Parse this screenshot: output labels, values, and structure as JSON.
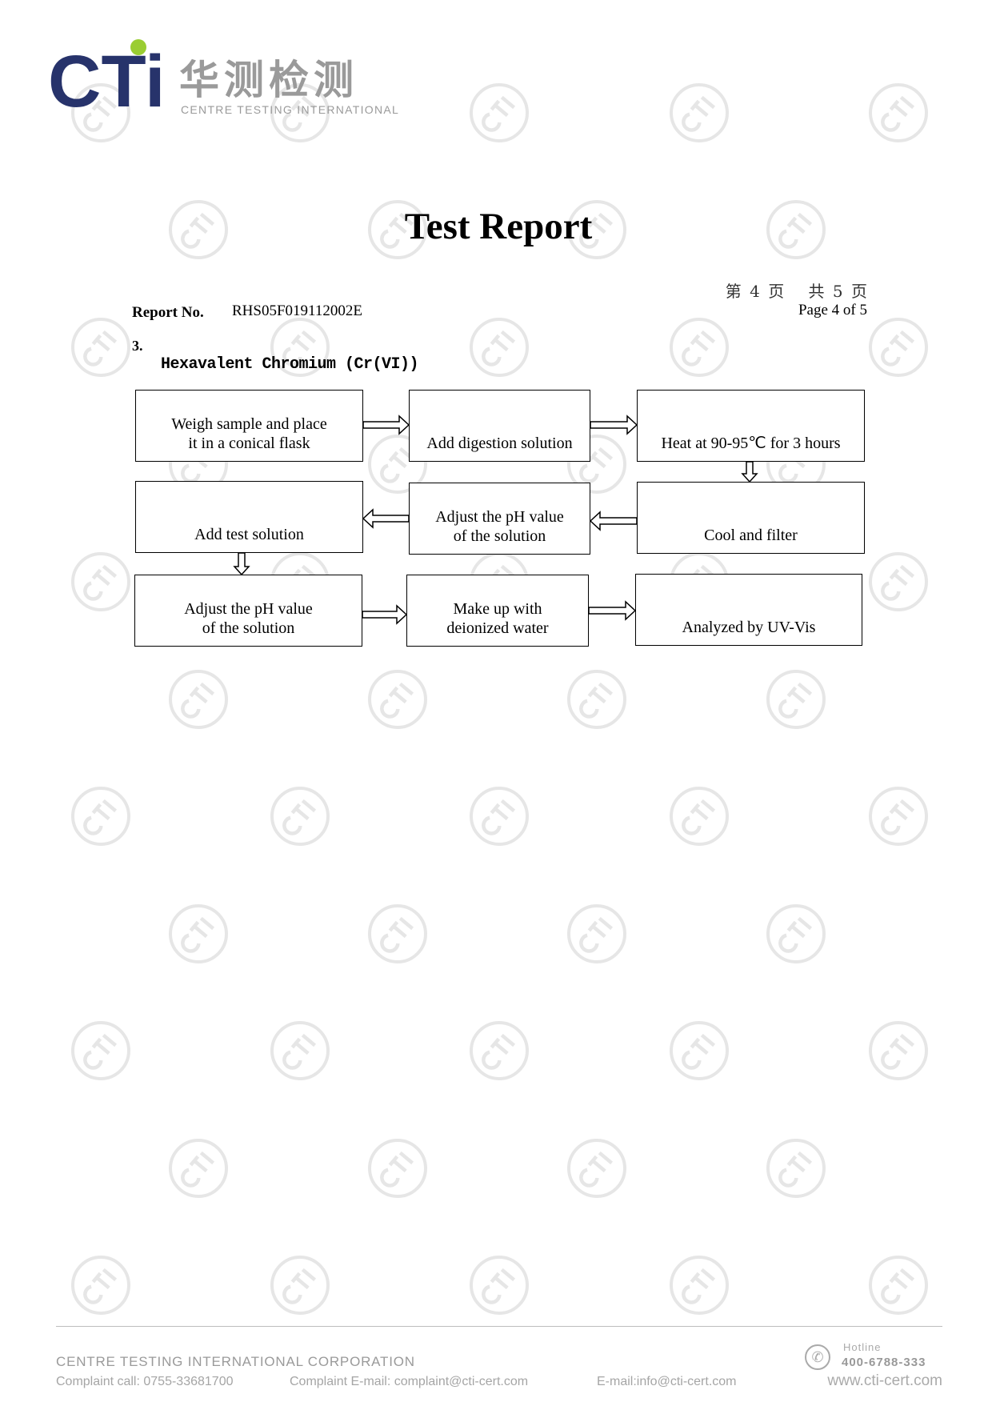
{
  "colors": {
    "brand_navy": "#27336b",
    "brand_green": "#9acd32",
    "watermark": "#e6e6e6"
  },
  "header": {
    "logo_text": "CTi",
    "logo_cn": "华测检测",
    "logo_en": "CENTRE TESTING INTERNATIONAL",
    "watermark_text": "CTI"
  },
  "title": "Test Report",
  "page_info": {
    "cn": "第 4 页　 共 5 页",
    "en": "Page 4 of 5"
  },
  "report": {
    "label": "Report No.",
    "value": "RHS05F019112002E"
  },
  "section": {
    "number": "3.",
    "title": "Hexavalent Chromium (Cr(VI))"
  },
  "flow": {
    "steps": [
      {
        "line1": "Weigh sample and place",
        "line2": "it in a conical flask"
      },
      {
        "line1": "Add digestion solution",
        "line2": ""
      },
      {
        "line1": "Heat at 90-95℃  for 3 hours",
        "line2": ""
      },
      {
        "line1": "Cool and filter",
        "line2": ""
      },
      {
        "line1": "Adjust the pH value",
        "line2": "of the solution"
      },
      {
        "line1": "Add test solution",
        "line2": ""
      },
      {
        "line1": "Adjust the pH value",
        "line2": "of the solution"
      },
      {
        "line1": "Make up with",
        "line2": "deionized water"
      },
      {
        "line1": "Analyzed by UV-Vis",
        "line2": ""
      }
    ]
  },
  "footer": {
    "company": "CENTRE TESTING INTERNATIONAL CORPORATION",
    "complaint_call": "Complaint call: 0755-33681700",
    "complaint_email": "Complaint E-mail: complaint@cti-cert.com",
    "email": "E-mail:info@cti-cert.com",
    "hotline_label": "Hotline",
    "hotline_number": "400-6788-333",
    "website": "www.cti-cert.com",
    "phone_icon": "phone-icon"
  }
}
